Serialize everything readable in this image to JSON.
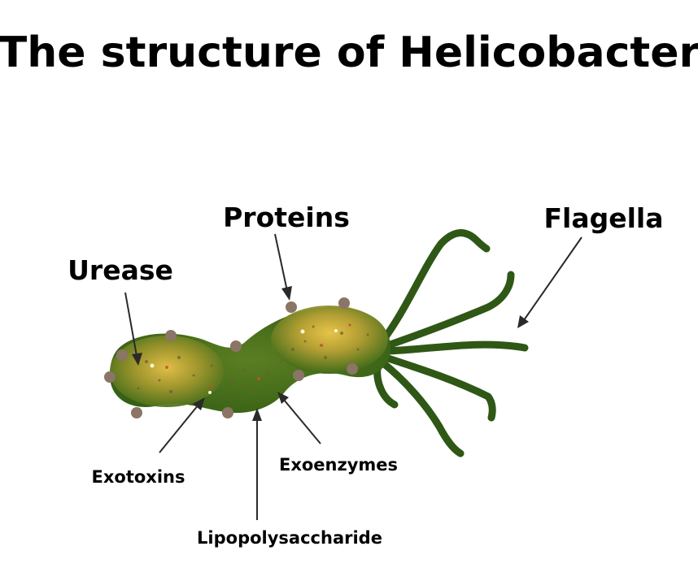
{
  "title": "The structure of Helicobacter",
  "labels": {
    "proteins": "Proteins",
    "flagella": "Flagella",
    "urease": "Urease",
    "exotoxins": "Exotoxins",
    "exoenzymes": "Exoenzymes",
    "lipopolysaccharide": "Lipopolysaccharide"
  },
  "colors": {
    "cell_outer": "#3f6b19",
    "cell_inner": "#d9b23c",
    "flagella": "#2f5716",
    "surface_proteins": "#8a7566",
    "text": "#000000"
  }
}
